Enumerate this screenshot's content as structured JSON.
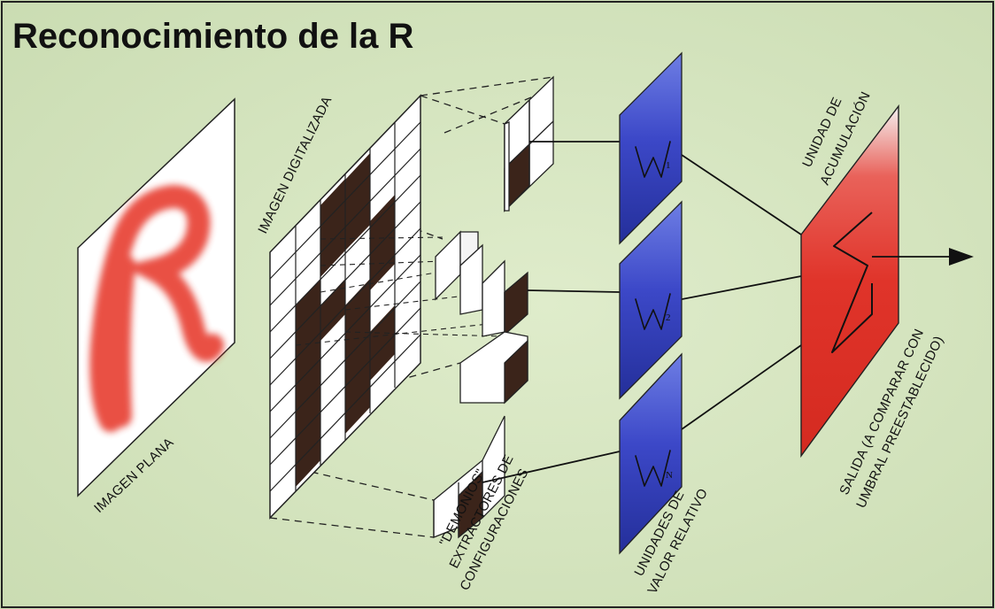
{
  "title": "Reconocimiento de la R",
  "labels": {
    "imagen_plana": "IMAGEN PLANA",
    "imagen_digitalizada": "IMAGEN DIGITALIZADA",
    "demonios_1": "\"DEMONIOS\"",
    "demonios_2": "EXTRACTORES DE",
    "demonios_3": "CONFIGURACIONES",
    "unidades_1": "UNIDADES DE",
    "unidades_2": "VALOR RELATIVO",
    "acumulacion_1": "UNIDAD DE",
    "acumulacion_2": "ACUMULACIÓN",
    "salida_1": "SALIDA (A COMPARAR CON",
    "salida_2": "UMBRAL PREESTABLECIDO)",
    "w1_sub": "1",
    "w2_sub": "2",
    "wn_sub": "N"
  },
  "colors": {
    "background": "#d7e6c1",
    "panel_blue": "#3a46c4",
    "panel_red": "#e0342a",
    "dark_cell": "#3b241a",
    "glyph_red": "#e8473a"
  }
}
